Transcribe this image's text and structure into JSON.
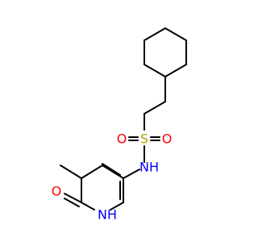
{
  "structure": {
    "atoms": [
      {
        "id": "S",
        "symbol": "S",
        "label": "S",
        "color": "#b8a400"
      },
      {
        "id": "O1",
        "symbol": "O",
        "label": "O",
        "color": "#ff0000"
      },
      {
        "id": "O2",
        "symbol": "O",
        "label": "O",
        "color": "#ff0000"
      },
      {
        "id": "N_amide",
        "symbol": "N",
        "label": "N",
        "hydrogen_label": "H",
        "color": "#0000ff"
      },
      {
        "id": "N_ring",
        "symbol": "N",
        "label": "N",
        "hydrogen_label": "H",
        "color": "#0000ff"
      },
      {
        "id": "O_keto",
        "symbol": "O",
        "label": "O",
        "color": "#ff0000"
      }
    ],
    "rings": [
      "cyclohexane",
      "pyridinone"
    ]
  }
}
